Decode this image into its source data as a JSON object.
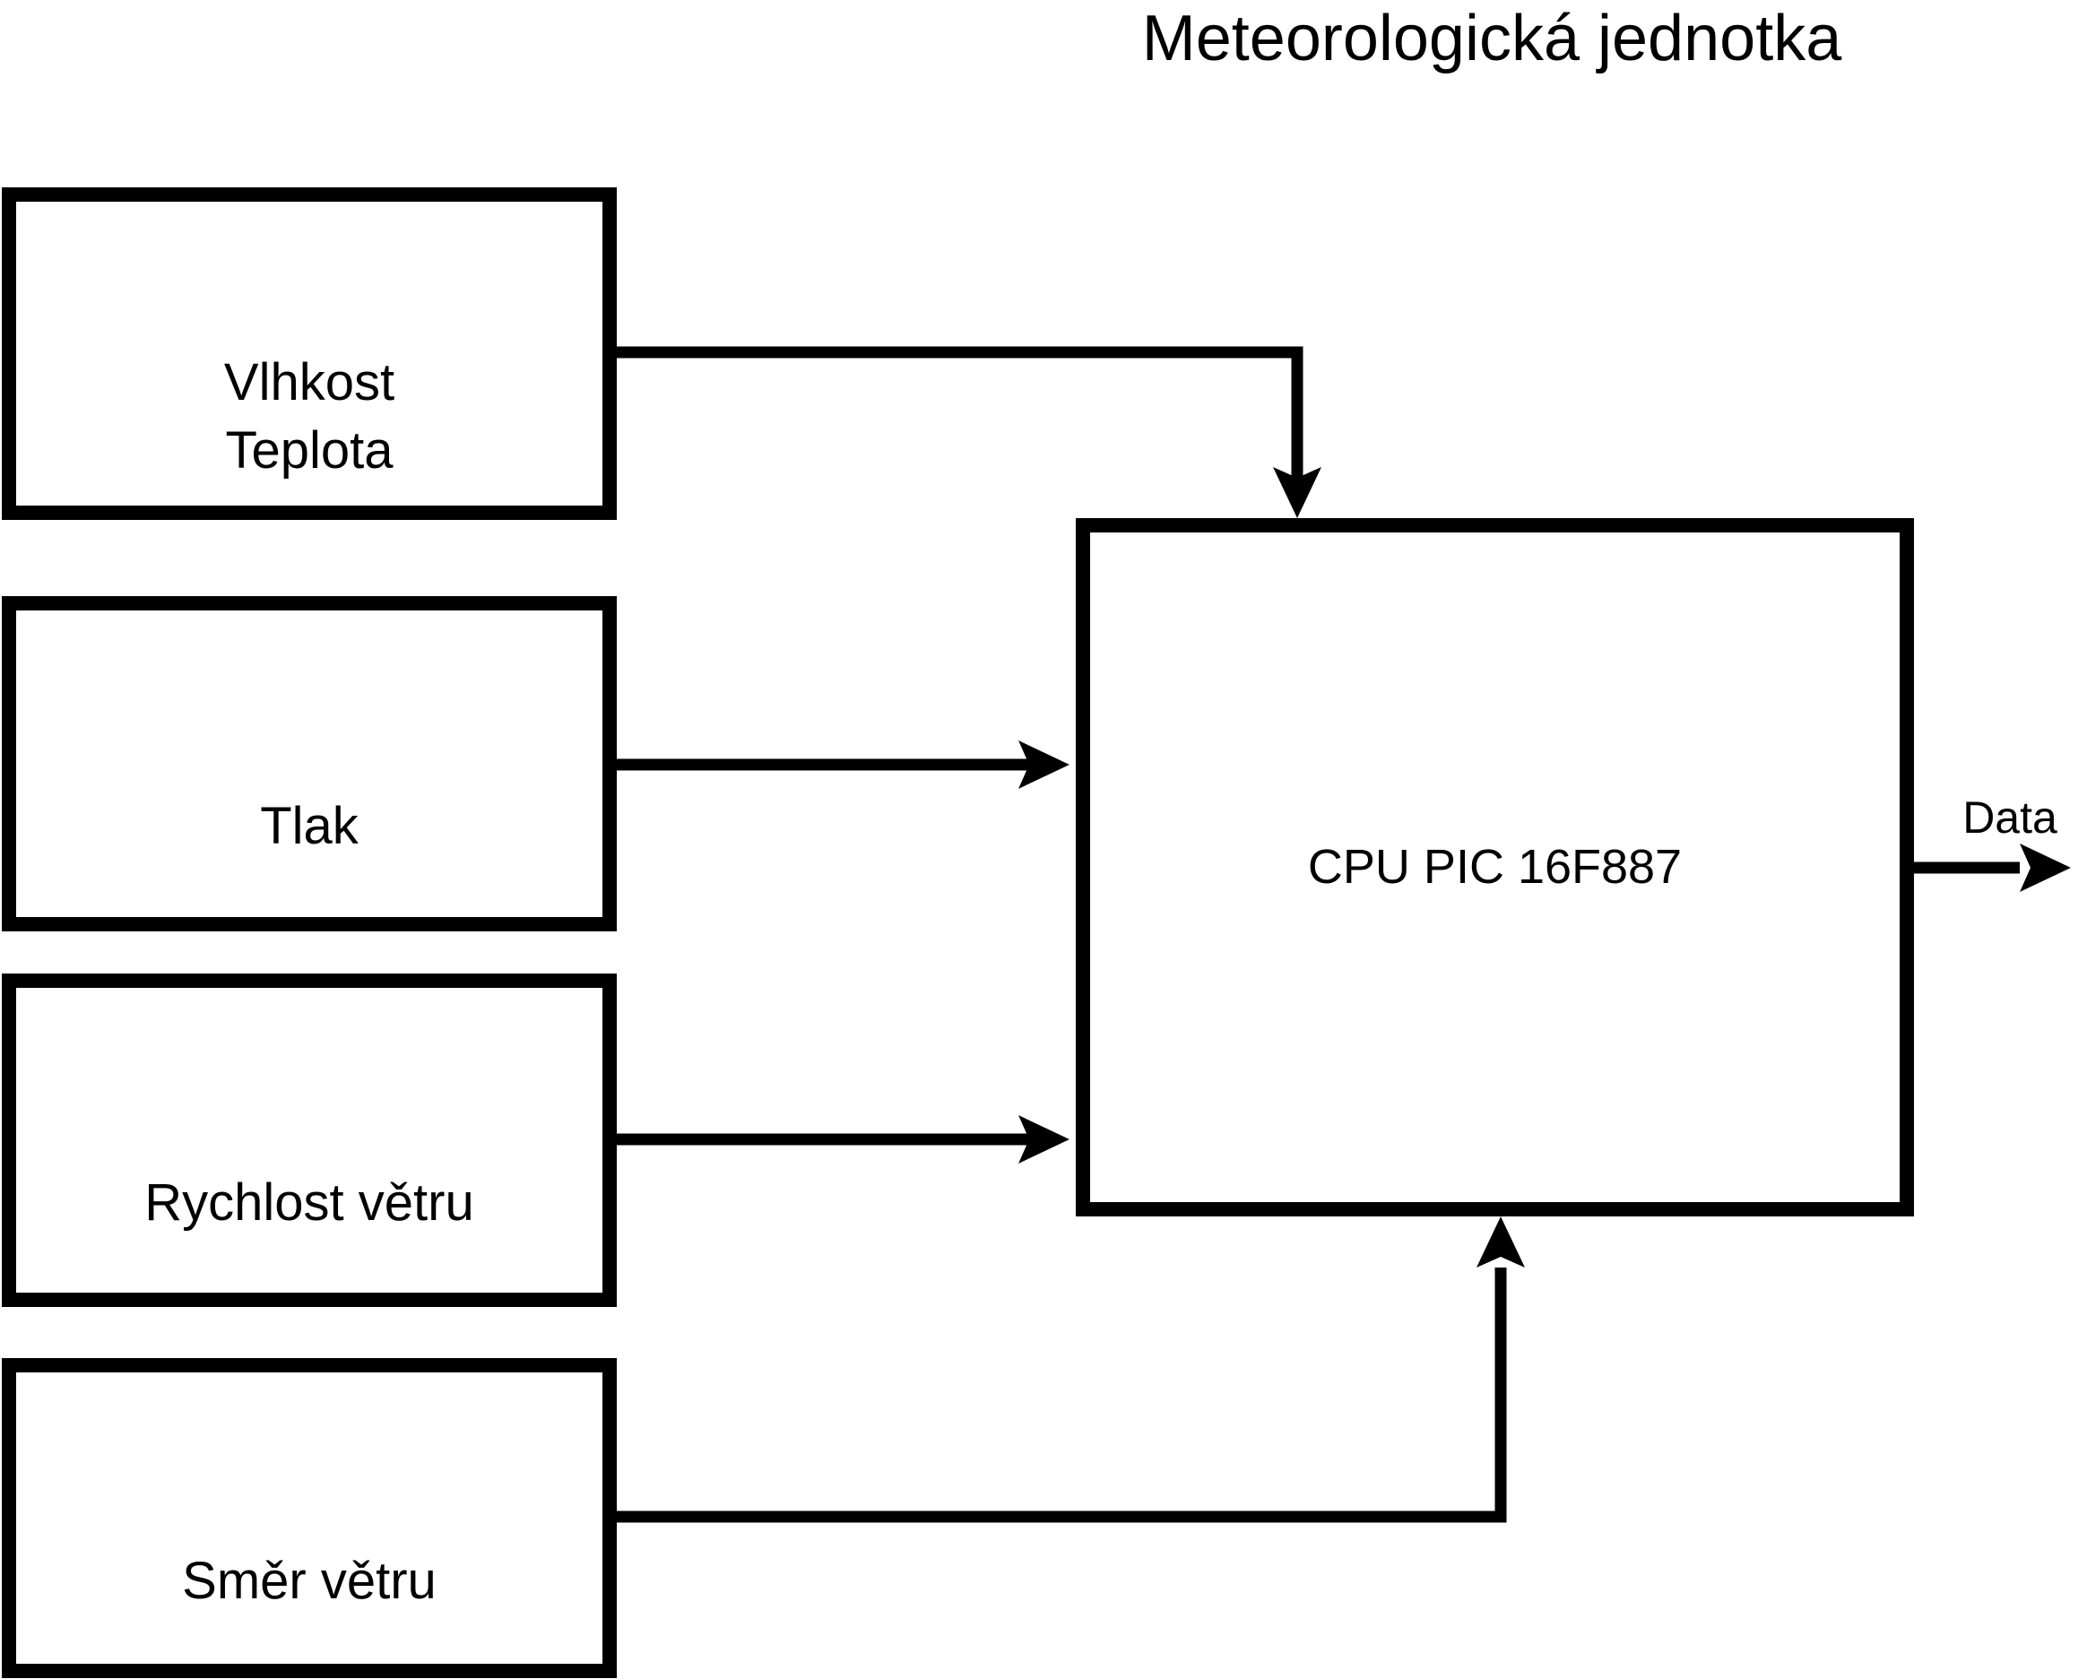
{
  "title": "Meteorologická jednotka",
  "colors": {
    "ink": "#000000",
    "background": "#ffffff"
  },
  "diagram": {
    "blocks": [
      {
        "id": "humidity-temperature",
        "label_lines": [
          "Vlhkost",
          "Teplota"
        ]
      },
      {
        "id": "pressure",
        "label_lines": [
          "Tlak"
        ]
      },
      {
        "id": "wind-speed",
        "label_lines": [
          "Rychlost větru"
        ]
      },
      {
        "id": "wind-direction",
        "label_lines": [
          "Směr větru"
        ]
      },
      {
        "id": "cpu",
        "label_lines": [
          "CPU PIC 16F887"
        ]
      }
    ],
    "connections": [
      {
        "from": "humidity-temperature",
        "to": "cpu"
      },
      {
        "from": "pressure",
        "to": "cpu"
      },
      {
        "from": "wind-speed",
        "to": "cpu"
      },
      {
        "from": "wind-direction",
        "to": "cpu"
      },
      {
        "from": "cpu",
        "to": "output"
      }
    ],
    "output_label": "Data"
  }
}
